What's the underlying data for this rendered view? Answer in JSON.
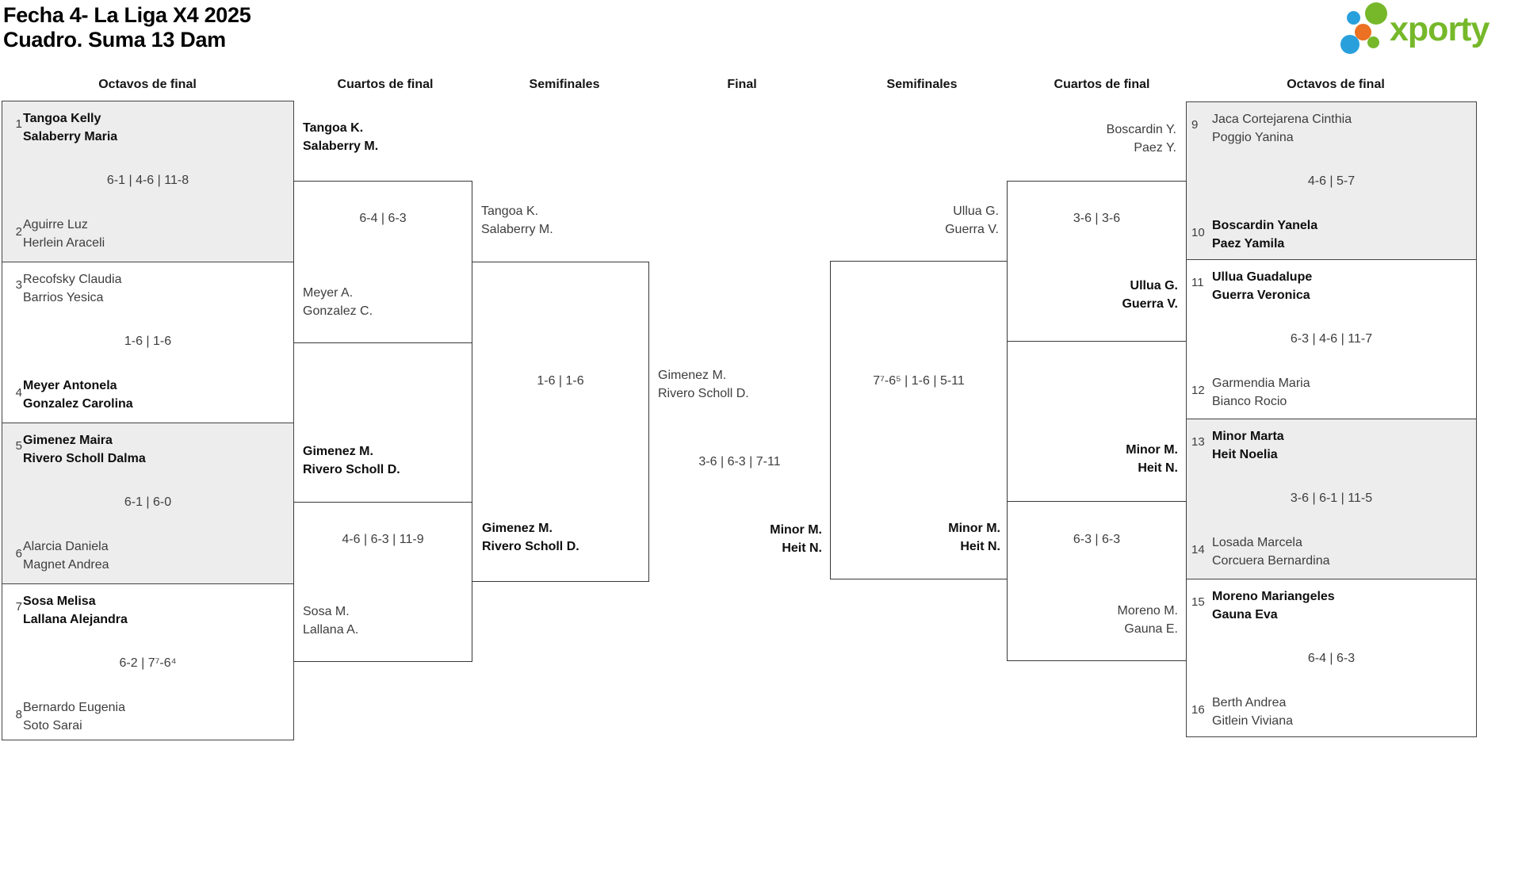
{
  "title": {
    "line1": "Fecha 4- La Liga X4 2025",
    "line2": "Cuadro. Suma 13 Dam"
  },
  "logo": {
    "text": "xporty",
    "green": "#76b82a",
    "blue": "#29a0dc",
    "orange": "#ec7123"
  },
  "colors": {
    "box_fill_gray": "#ededed",
    "border": "#3c3c3c"
  },
  "headers": [
    "Octavos de final",
    "Cuartos de final",
    "Semifinales",
    "Final",
    "Semifinales",
    "Cuartos de final",
    "Octavos de final"
  ],
  "r16": [
    {
      "seed_top": "1",
      "top": [
        "Tangoa Kelly",
        "Salaberry Maria"
      ],
      "score": "6-1 | 4-6 | 11-8",
      "seed_bottom": "2",
      "bottom": [
        "Aguirre Luz",
        "Herlein Araceli"
      ]
    },
    {
      "seed_top": "3",
      "top": [
        "Recofsky Claudia",
        "Barrios Yesica"
      ],
      "score": "1-6 | 1-6",
      "seed_bottom": "4",
      "bottom": [
        "Meyer Antonela",
        "Gonzalez Carolina"
      ]
    },
    {
      "seed_top": "5",
      "top": [
        "Gimenez Maira",
        "Rivero Scholl Dalma"
      ],
      "score": "6-1 | 6-0",
      "seed_bottom": "6",
      "bottom": [
        "Alarcia Daniela",
        "Magnet Andrea"
      ]
    },
    {
      "seed_top": "7",
      "top": [
        "Sosa Melisa",
        "Lallana Alejandra"
      ],
      "score": "6-2 | 7⁷-6⁴",
      "seed_bottom": "8",
      "bottom": [
        "Bernardo Eugenia",
        "Soto Sarai"
      ]
    },
    {
      "seed_top": "9",
      "top": [
        "Jaca Cortejarena Cinthia",
        "Poggio Yanina"
      ],
      "score": "4-6 | 5-7",
      "seed_bottom": "10",
      "bottom": [
        "Boscardin Yanela",
        "Paez Yamila"
      ]
    },
    {
      "seed_top": "11",
      "top": [
        "Ullua Guadalupe",
        "Guerra Veronica"
      ],
      "score": "6-3 | 4-6 | 11-7",
      "seed_bottom": "12",
      "bottom": [
        "Garmendia Maria",
        "Bianco Rocio"
      ]
    },
    {
      "seed_top": "13",
      "top": [
        "Minor Marta",
        "Heit Noelia"
      ],
      "score": "3-6 | 6-1 | 11-5",
      "seed_bottom": "14",
      "bottom": [
        "Losada Marcela",
        "Corcuera Bernardina"
      ]
    },
    {
      "seed_top": "15",
      "top": [
        "Moreno Mariangeles",
        "Gauna Eva"
      ],
      "score": "6-4 | 6-3",
      "seed_bottom": "16",
      "bottom": [
        "Berth Andrea",
        "Gitlein Viviana"
      ]
    }
  ],
  "qf": [
    {
      "top": [
        "Tangoa K.",
        "Salaberry M."
      ],
      "score": "6-4 | 6-3",
      "bottom": [
        "Meyer A.",
        "Gonzalez C."
      ]
    },
    {
      "top": [
        "Gimenez M.",
        "Rivero Scholl D."
      ],
      "score": "4-6 | 6-3 | 11-9",
      "bottom": [
        "Sosa M.",
        "Lallana A."
      ]
    },
    {
      "top": [
        "Boscardin Y.",
        "Paez Y."
      ],
      "score": "3-6 | 3-6",
      "bottom": [
        "Ullua G.",
        "Guerra V."
      ]
    },
    {
      "top": [
        "Minor M.",
        "Heit N."
      ],
      "score": "6-3 | 6-3",
      "bottom": [
        "Moreno M.",
        "Gauna E."
      ]
    }
  ],
  "sf": [
    {
      "top": [
        "Tangoa K.",
        "Salaberry M."
      ],
      "score": "1-6 | 1-6",
      "bottom": [
        "Gimenez M.",
        "Rivero Scholl D."
      ]
    },
    {
      "top": [
        "Ullua G.",
        "Guerra V."
      ],
      "score": "7⁷-6⁵ | 1-6 | 5-11",
      "bottom": [
        "Minor M.",
        "Heit N."
      ]
    }
  ],
  "final": {
    "top": [
      "Gimenez M.",
      "Rivero Scholl D."
    ],
    "score": "3-6 | 6-3 | 7-11",
    "bottom": [
      "Minor M.",
      "Heit N."
    ]
  }
}
